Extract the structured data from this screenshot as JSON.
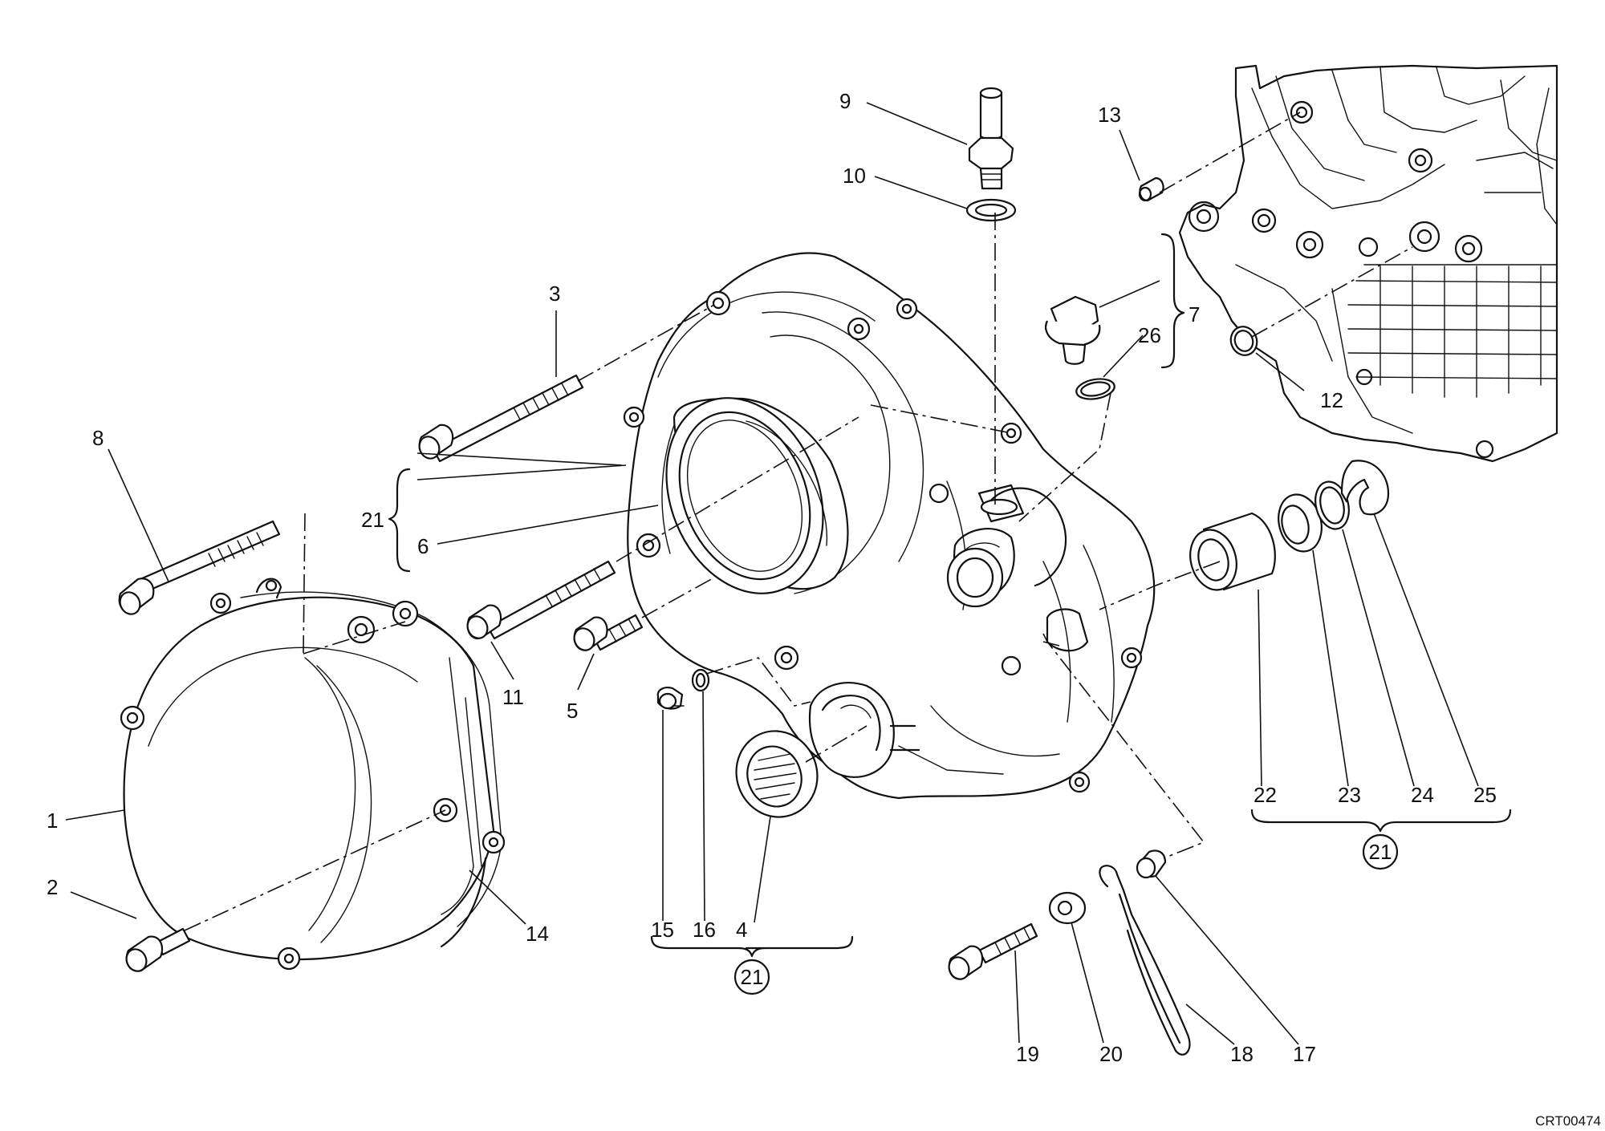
{
  "diagram": {
    "callouts": [
      {
        "id": "1",
        "text": "1"
      },
      {
        "id": "2",
        "text": "2"
      },
      {
        "id": "3",
        "text": "3"
      },
      {
        "id": "4",
        "text": "4"
      },
      {
        "id": "5",
        "text": "5"
      },
      {
        "id": "6",
        "text": "6"
      },
      {
        "id": "7",
        "text": "7"
      },
      {
        "id": "8",
        "text": "8"
      },
      {
        "id": "9",
        "text": "9"
      },
      {
        "id": "10",
        "text": "10"
      },
      {
        "id": "11",
        "text": "11"
      },
      {
        "id": "12",
        "text": "12"
      },
      {
        "id": "13",
        "text": "13"
      },
      {
        "id": "14",
        "text": "14"
      },
      {
        "id": "15",
        "text": "15"
      },
      {
        "id": "16",
        "text": "16"
      },
      {
        "id": "17",
        "text": "17"
      },
      {
        "id": "18",
        "text": "18"
      },
      {
        "id": "19",
        "text": "19"
      },
      {
        "id": "20",
        "text": "20"
      },
      {
        "id": "21",
        "text": "21"
      },
      {
        "id": "22",
        "text": "22"
      },
      {
        "id": "23",
        "text": "23"
      },
      {
        "id": "24",
        "text": "24"
      },
      {
        "id": "25",
        "text": "25"
      },
      {
        "id": "26",
        "text": "26"
      }
    ],
    "group_label": "21",
    "drawing_code": "CRT00474"
  }
}
